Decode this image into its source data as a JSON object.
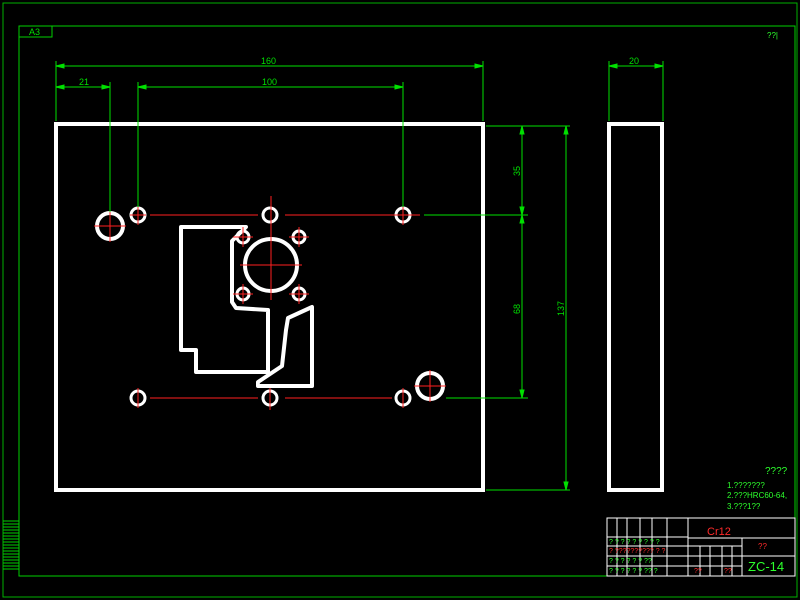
{
  "sheet": {
    "size_label": "A3",
    "corner_mark": "??|"
  },
  "dimensions": {
    "overall_width": "160",
    "left_offset": "21",
    "hole_span": "100",
    "top_offset": "35",
    "hole_pitch": "68",
    "overall_height": "137",
    "thickness": "20"
  },
  "notes": {
    "heading": "????",
    "line1": "1.???????",
    "line2": "2.???HRC60-64,",
    "line3": "3.???1??"
  },
  "title_block": {
    "material": "Cr12",
    "scale_mark": "??",
    "drawing_no": "ZC-14",
    "row1_text": "? ? ? ? ? ? ? ? ?",
    "row2_text": "? ?????????? ? ?",
    "row3_text": "? ? ? ? ? ? ??",
    "row4_text": "? ? ? ? ? ? ?? ?",
    "red_small_1": "??",
    "red_small_2": "??"
  },
  "colors": {
    "outline": "#ffffff",
    "dimension": "#00e000",
    "centerline": "#ff2020",
    "frame": "#00d000"
  }
}
